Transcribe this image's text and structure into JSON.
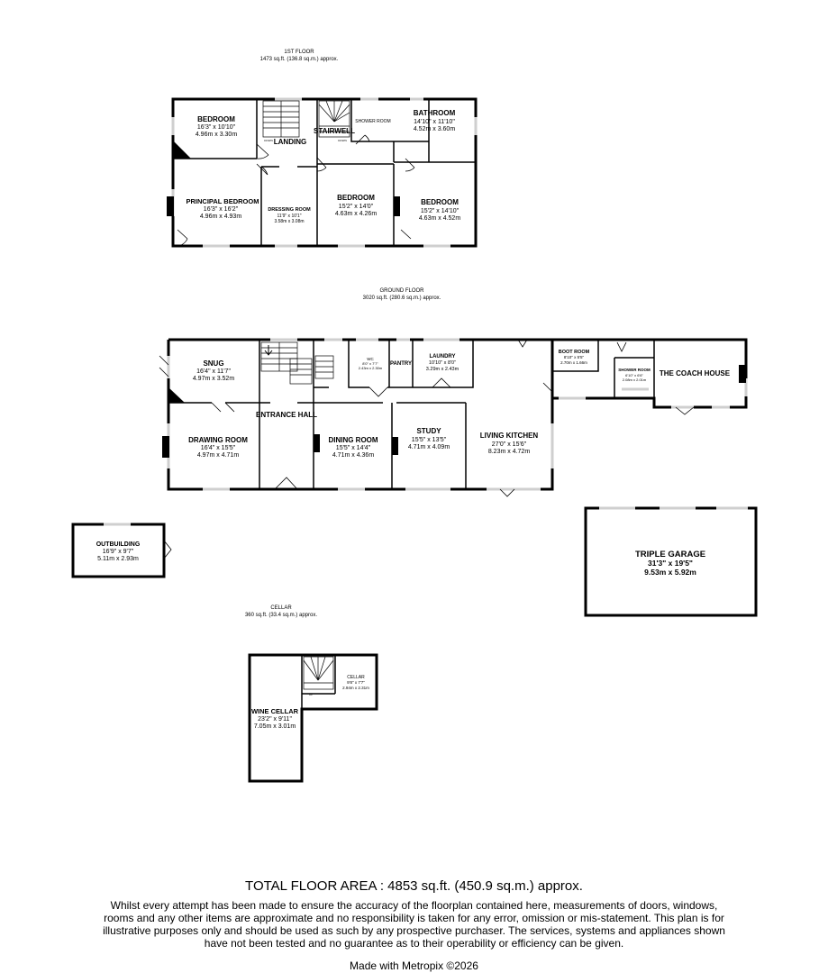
{
  "floors": {
    "first": {
      "name": "1ST FLOOR",
      "area": "1473 sq.ft. (136.8 sq.m.) approx."
    },
    "ground": {
      "name": "GROUND FLOOR",
      "area": "3020 sq.ft. (280.6 sq.m.) approx."
    },
    "cellar": {
      "name": "CELLAR",
      "area": "360 sq.ft. (33.4 sq.m.) approx."
    }
  },
  "rooms": {
    "first_bedroom_1": {
      "name": "BEDROOM",
      "imperial": "16'3\" x 10'10\"",
      "metric": "4.96m x 3.30m"
    },
    "landing": {
      "name": "LANDING"
    },
    "stairwell": {
      "name": "STAIRWELL"
    },
    "first_shower_room": {
      "name": "SHOWER ROOM"
    },
    "bathroom": {
      "name": "BATHROOM",
      "imperial": "14'10\" x 11'10\"",
      "metric": "4.52m x 3.60m"
    },
    "principal_bedroom": {
      "name": "PRINCIPAL BEDROOM",
      "imperial": "16'3\" x 16'2\"",
      "metric": "4.96m x 4.93m"
    },
    "dressing_room": {
      "name": "DRESSING ROOM",
      "imperial": "11'9\" x 10'1\"",
      "metric": "3.58m x 3.08m"
    },
    "first_bedroom_2": {
      "name": "BEDROOM",
      "imperial": "15'2\" x 14'0\"",
      "metric": "4.63m x 4.26m"
    },
    "first_bedroom_3": {
      "name": "BEDROOM",
      "imperial": "15'2\" x 14'10\"",
      "metric": "4.63m x 4.52m"
    },
    "snug": {
      "name": "SNUG",
      "imperial": "16'4\" x 11'7\"",
      "metric": "4.97m x 3.52m"
    },
    "wc": {
      "name": "WC",
      "imperial": "8'0\" x 7'7\"",
      "metric": "2.43m x 2.30m"
    },
    "pantry": {
      "name": "PANTRY"
    },
    "laundry": {
      "name": "LAUNDRY",
      "imperial": "10'10\" x 8'0\"",
      "metric": "3.29m x 2.43m"
    },
    "boot_room": {
      "name": "BOOT ROOM",
      "imperial": "8'10\" x 5'5\"",
      "metric": "2.70m x 1.66m"
    },
    "ground_shower_room": {
      "name": "SHOWER ROOM",
      "imperial": "6'10\" x 6'6\"",
      "metric": "2.08m x 2.01m"
    },
    "coach_house": {
      "name": "THE COACH HOUSE"
    },
    "entrance_hall": {
      "name": "ENTRANCE HALL"
    },
    "drawing_room": {
      "name": "DRAWING ROOM",
      "imperial": "16'4\" x 15'5\"",
      "metric": "4.97m x 4.71m"
    },
    "dining_room": {
      "name": "DINING ROOM",
      "imperial": "15'5\" x 14'4\"",
      "metric": "4.71m x 4.36m"
    },
    "study": {
      "name": "STUDY",
      "imperial": "15'5\" x 13'5\"",
      "metric": "4.71m x 4.09m"
    },
    "living_kitchen": {
      "name": "LIVING KITCHEN",
      "imperial": "27'0\" x 15'6\"",
      "metric": "8.23m x 4.72m"
    },
    "outbuilding": {
      "name": "OUTBUILDING",
      "imperial": "16'9\" x 9'7\"",
      "metric": "5.11m x 2.93m"
    },
    "triple_garage": {
      "name": "TRIPLE GARAGE",
      "imperial": "31'3\" x 19'5\"",
      "metric": "9.53m x 5.92m"
    },
    "wine_cellar": {
      "name": "WINE CELLAR",
      "imperial": "23'2\" x 9'11\"",
      "metric": "7.05m x 3.01m"
    },
    "cellar_room": {
      "name": "CELLAR",
      "imperial": "9'8\" x 7'7\"",
      "metric": "2.94m x 2.31m"
    }
  },
  "stair_marks": {
    "down": "DOWN",
    "up": "UP"
  },
  "footer": {
    "total": "TOTAL FLOOR AREA : 4853 sq.ft. (450.9 sq.m.) approx.",
    "disclaimer": "Whilst every attempt has been made to ensure the accuracy of the floorplan contained here, measurements of doors, windows, rooms and any other items are approximate and no responsibility is taken for any error, omission or mis-statement. This plan is for illustrative purposes only and should be used as such by any prospective purchaser. The services, systems and appliances shown have not been tested and no guarantee as to their operability or efficiency can be given.",
    "credit": "Made with Metropix ©2026"
  }
}
